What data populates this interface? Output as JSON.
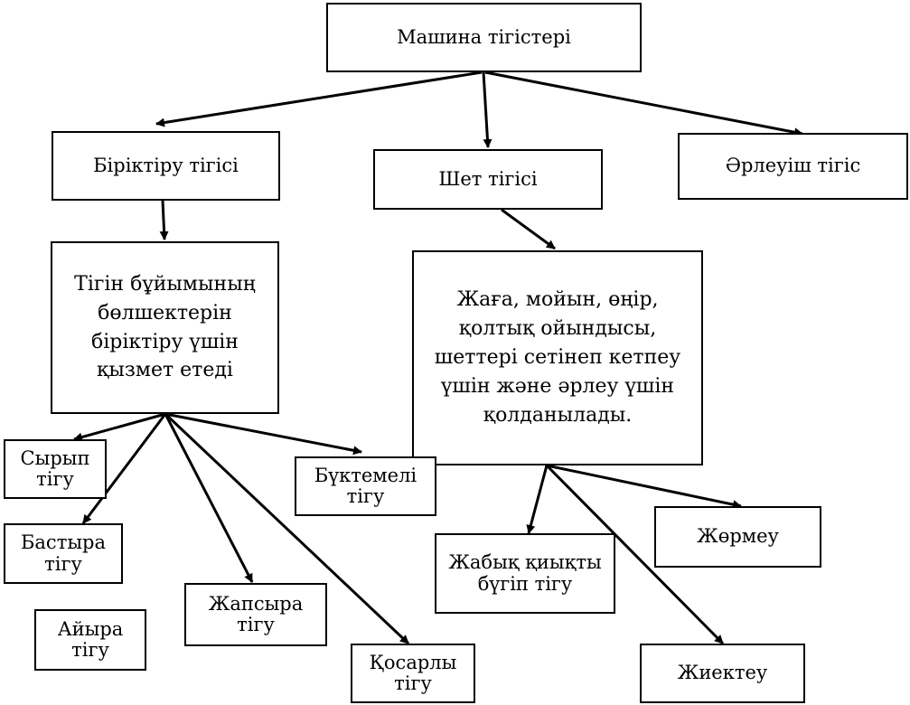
{
  "diagram": {
    "root": "Машина тігістері",
    "joining": "Біріктіру тігісі",
    "edge": "Шет тігісі",
    "decorative": "Әрлеуіш тігіс",
    "joining_desc": "Тігін бұйымының бөлшектерін біріктіру үшін қызмет етеді",
    "edge_desc": "Жаға, мойын, өңір, қолтық ойындысы, шеттері сетінеп кетпеу үшін және әрлеу үшін қолданылады.",
    "joining_types": {
      "syryp": "Сырып тігу",
      "bastyra": "Бастыра тігу",
      "aiyra": "Айыра тігу",
      "zhapsyra": "Жапсыра тігу",
      "qosarly": "Қосарлы тігу",
      "buktemeli": "Бүктемелі тігу"
    },
    "edge_types": {
      "zhabyq": "Жабық қиықты бүгіп тігу",
      "zhormeu": "Жөрмеу",
      "zhiekteu": "Жиектеу"
    }
  }
}
